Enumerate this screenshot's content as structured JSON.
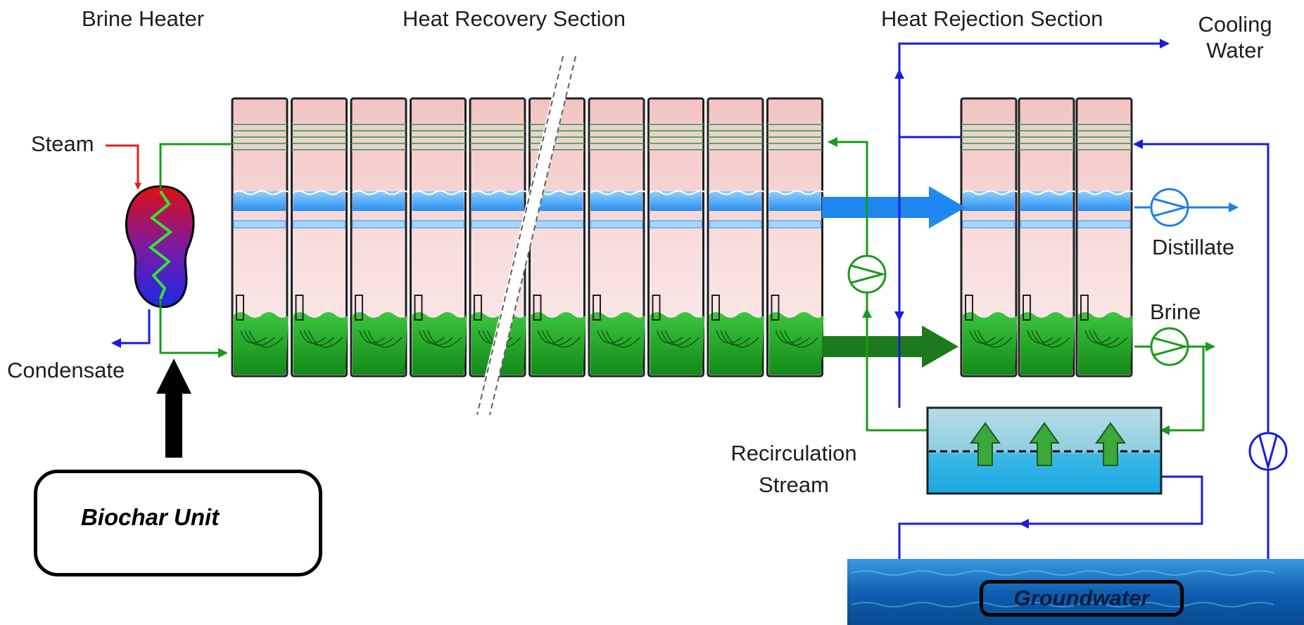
{
  "labels": {
    "brine_heater": "Brine Heater",
    "heat_recovery": "Heat Recovery Section",
    "heat_rejection": "Heat Rejection Section",
    "cooling_water_1": "Cooling",
    "cooling_water_2": "Water",
    "steam": "Steam",
    "condensate": "Condensate",
    "distillate": "Distillate",
    "brine": "Brine",
    "recirculation_1": "Recirculation",
    "recirculation_2": "Stream",
    "biochar": "Biochar Unit",
    "groundwater": "Groundwater"
  },
  "stages": {
    "heat_recovery_count": 10,
    "heat_rejection_count": 3
  },
  "colors": {
    "steam_line": "#e02020",
    "heating_line": "#1a9a1a",
    "cooling_line": "#1a1ae0",
    "distillate_flow": "#1e88f0",
    "brine_flow": "#1c7a1c",
    "chamber_top": "#f3c4c4",
    "brine_pool": "#27b02c"
  }
}
